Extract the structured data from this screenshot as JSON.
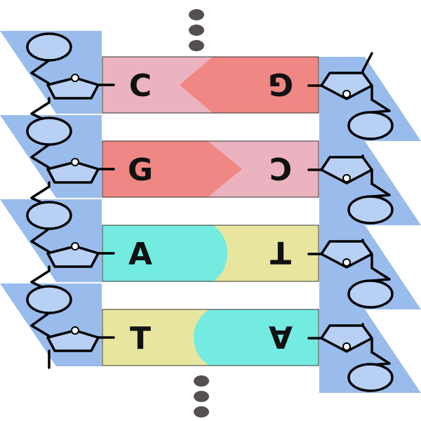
{
  "colors": {
    "backbone_panel": "#9abcec",
    "circle_fill": "#b7d0f4",
    "outline": "#000000",
    "dots": "#555050",
    "C": "#ebb3bf",
    "G": "#ef8784",
    "A": "#73ebe1",
    "T": "#e8e69e"
  },
  "left_bases": [
    "C",
    "G",
    "A",
    "T"
  ],
  "right_bases": [
    "G",
    "C",
    "T",
    "A"
  ]
}
